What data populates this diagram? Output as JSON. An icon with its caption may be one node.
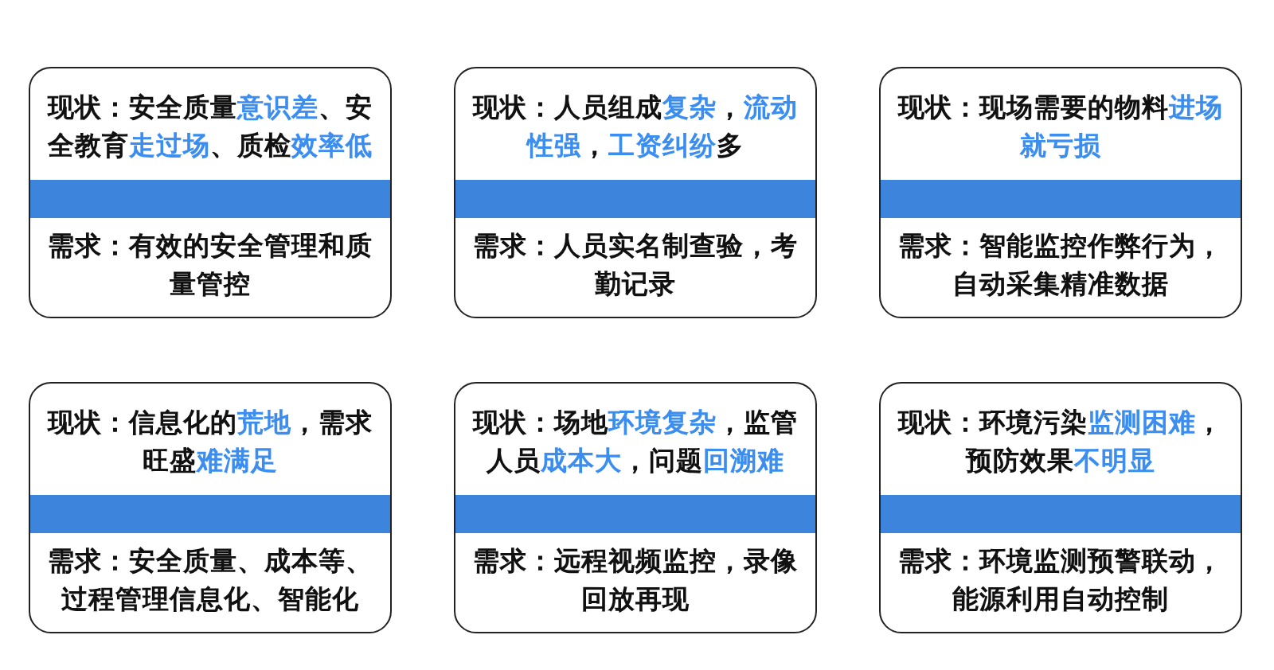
{
  "diagram": {
    "nodes": [
      {
        "text": [
          "现状：安全质量**意识差**、安全教育**走过场**、质检**效率低**",
          "需求：有效的安全管理和质量管控"
        ]
      },
      {
        "text": [],
        "shape": "bar",
        "in": 0
      },
      {
        "text": [
          "现状：人员组成**复杂**，**流动性强**，**工资纠纷**多",
          "需求：人员实名制查验，考勤记录"
        ]
      },
      {
        "text": [],
        "shape": "bar",
        "in": 2
      },
      {
        "text": [
          "现状：现场需要的物料**进场就亏损**",
          "需求：智能监控作弊行为，自动采集精准数据"
        ]
      },
      {
        "text": [],
        "shape": "bar",
        "in": 4
      },
      {
        "text": [
          "现状：信息化的**荒地**，需求旺盛**难满足**",
          "需求：安全质量、成本等、过程管理信息化、智能化"
        ]
      },
      {
        "text": [],
        "shape": "bar",
        "in": 6
      },
      {
        "text": [
          "现状：场地**环境复杂**，监管人员**成本大**，问题**回溯难**",
          "需求：远程视频监控，录像回放再现"
        ]
      },
      {
        "text": [],
        "shape": "bar",
        "in": 8
      },
      {
        "text": [
          "现状：环境污染**监测困难**，预防效果**不明显**",
          "需求：环境监测预警联动，能源利用自动控制"
        ]
      },
      {
        "text": [],
        "shape": "bar",
        "in": 10
      }
    ],
    "edges": []
  }
}
